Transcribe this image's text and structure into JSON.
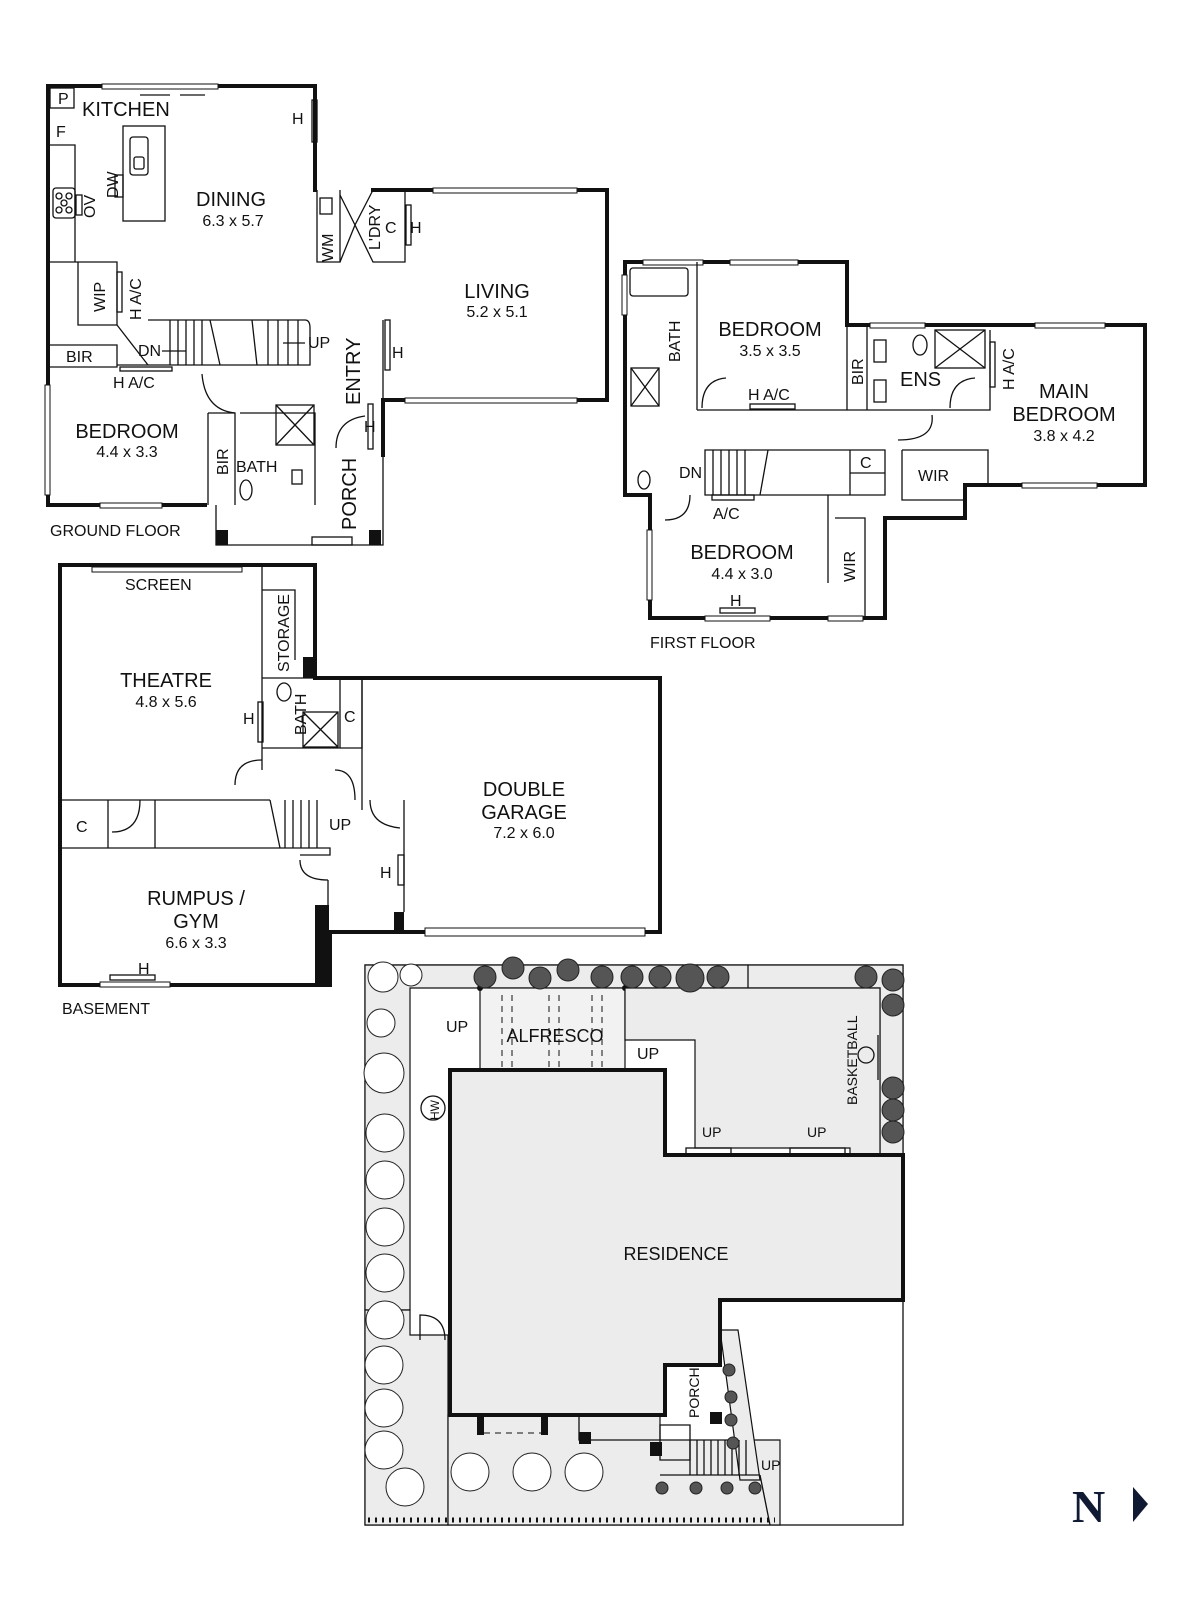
{
  "ground_floor": {
    "label": "GROUND FLOOR",
    "rooms": {
      "kitchen": {
        "name": "KITCHEN"
      },
      "dining": {
        "name": "DINING",
        "dim": "6.3 x 5.7"
      },
      "living": {
        "name": "LIVING",
        "dim": "5.2 x 5.1"
      },
      "bedroom": {
        "name": "BEDROOM",
        "dim": "4.4 x 3.3"
      },
      "entry": {
        "name": "ENTRY"
      },
      "porch": {
        "name": "PORCH"
      },
      "bath": {
        "name": "BATH"
      },
      "laundry": {
        "name": "L'DRY"
      }
    },
    "fixtures": {
      "pantry": "P",
      "fridge": "F",
      "dishwasher": "DW",
      "oven": "OV",
      "wip": "WIP",
      "heater_ac_1": "H A/C",
      "heater_ac_2": "H A/C",
      "bir_1": "BIR",
      "bir_2": "BIR",
      "washing_machine": "WM",
      "cupboard": "C",
      "heater_1": "H",
      "heater_2": "H",
      "heater_3": "H",
      "heater_4": "H",
      "stairs_dn": "DN",
      "stairs_up": "UP"
    }
  },
  "first_floor": {
    "label": "FIRST FLOOR",
    "rooms": {
      "bedroom_2": {
        "name": "BEDROOM",
        "dim": "3.5 x 3.5"
      },
      "main_bedroom": {
        "name_line1": "MAIN",
        "name_line2": "BEDROOM",
        "dim": "3.8 x 4.2"
      },
      "bedroom_3": {
        "name": "BEDROOM",
        "dim": "4.4 x 3.0"
      },
      "bath": {
        "name": "BATH"
      },
      "ensuite": {
        "name": "ENS"
      }
    },
    "fixtures": {
      "bir": "BIR",
      "heater_ac_1": "H A/C",
      "heater_ac_2": "H A/C",
      "ac": "A/C",
      "wir_1": "WIR",
      "wir_2": "WIR",
      "cupboard": "C",
      "heater": "H",
      "stairs_dn": "DN"
    }
  },
  "basement": {
    "label": "BASEMENT",
    "rooms": {
      "theatre": {
        "name": "THEATRE",
        "dim": "4.8 x 5.6"
      },
      "rumpus": {
        "name_line1": "RUMPUS /",
        "name_line2": "GYM",
        "dim": "6.6 x 3.3"
      },
      "garage": {
        "name_line1": "DOUBLE",
        "name_line2": "GARAGE",
        "dim": "7.2 x 6.0"
      },
      "bath": {
        "name": "BATH"
      },
      "storage": {
        "name": "STORAGE"
      }
    },
    "fixtures": {
      "screen": "SCREEN",
      "cupboard_1": "C",
      "cupboard_2": "C",
      "heater_1": "H",
      "heater_2": "H",
      "heater_3": "H",
      "stairs_up": "UP"
    }
  },
  "site_plan": {
    "residence": "RESIDENCE",
    "alfresco": "ALFRESCO",
    "basketball": "BASKETBALL",
    "porch": "PORCH",
    "hot_water": "HW",
    "up_labels": [
      "UP",
      "UP",
      "UP",
      "UP",
      "UP"
    ]
  },
  "compass": {
    "letter": "N",
    "arrow": "▶"
  }
}
